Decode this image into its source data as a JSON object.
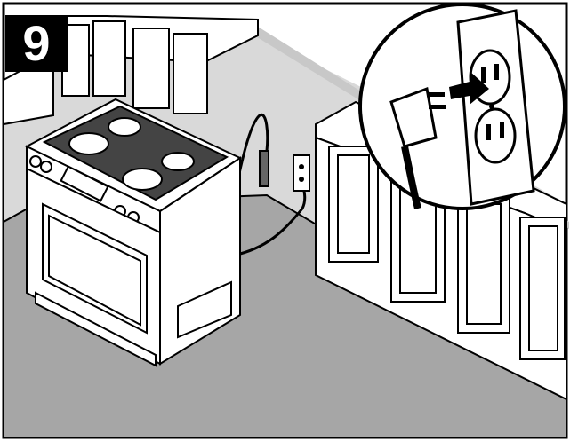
{
  "step": {
    "number": "9"
  },
  "colors": {
    "floor": "#a6a6a6",
    "wall": "#d9d9d9",
    "cabinet": "#ffffff",
    "outline": "#000000",
    "arrow": "#000000"
  },
  "icons": [
    "gas-range",
    "gas-supply-hose",
    "electrical-outlet",
    "power-plug",
    "arrow-right"
  ]
}
